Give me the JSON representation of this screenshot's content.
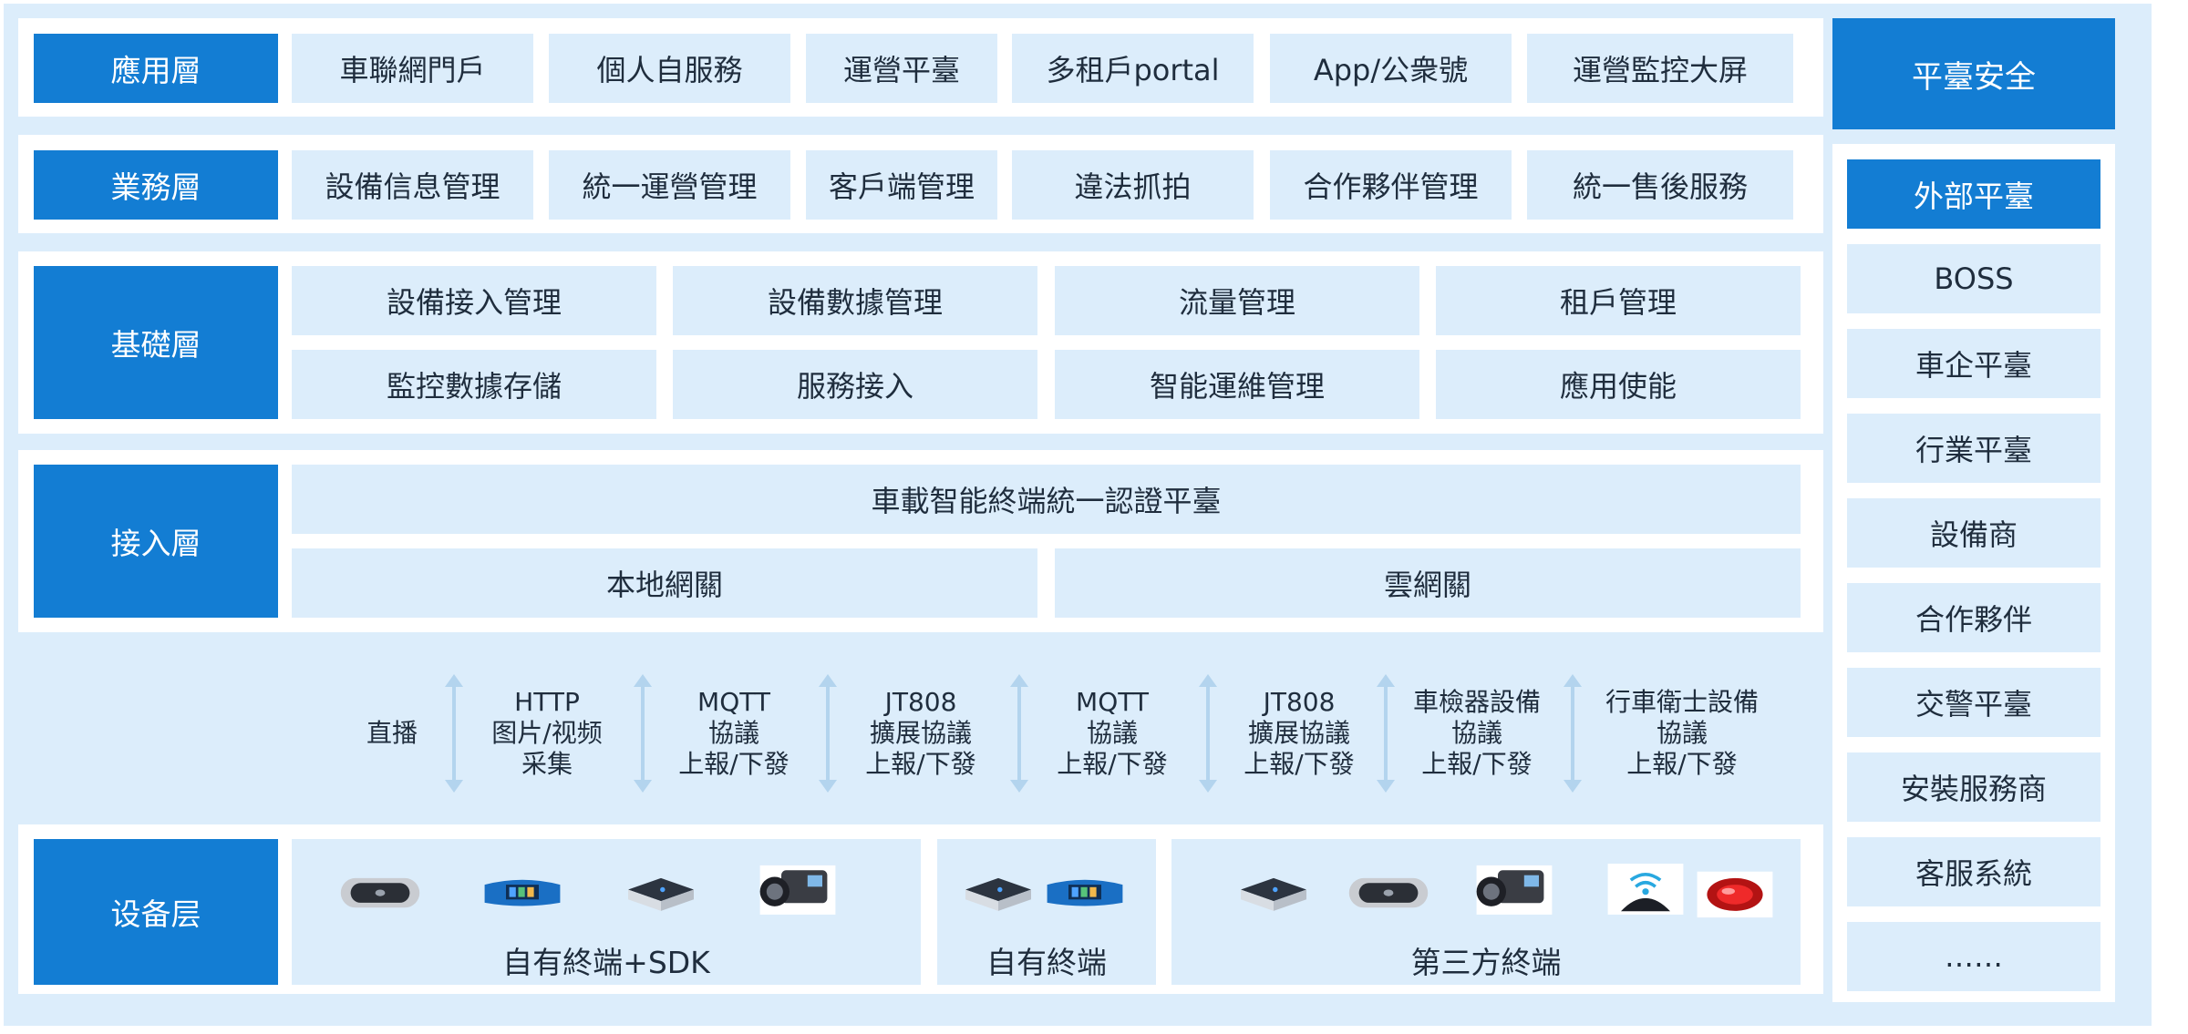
{
  "layers": {
    "app": {
      "title": "應用層",
      "items": [
        "車聯網門戶",
        "個人自服務",
        "運營平臺",
        "多租戶portal",
        "App/公衆號",
        "運營監控大屏"
      ]
    },
    "business": {
      "title": "業務層",
      "items": [
        "設備信息管理",
        "統一運營管理",
        "客戶端管理",
        "違法抓拍",
        "合作夥伴管理",
        "統一售後服務"
      ]
    },
    "foundation": {
      "title": "基礎層",
      "items": [
        "設備接入管理",
        "設備數據管理",
        "流量管理",
        "租戶管理",
        "監控數據存儲",
        "服務接入",
        "智能運維管理",
        "應用使能"
      ]
    },
    "access": {
      "title": "接入層",
      "platform": "車載智能終端統一認證平臺",
      "local_gateway": "本地網關",
      "cloud_gateway": "雲網關"
    },
    "protocols": [
      {
        "lines": [
          "直播"
        ]
      },
      {
        "lines": [
          "HTTP",
          "图片/视频",
          "采集"
        ]
      },
      {
        "lines": [
          "MQTT",
          "協議",
          "上報/下發"
        ]
      },
      {
        "lines": [
          "JT808",
          "擴展協議",
          "上報/下發"
        ]
      },
      {
        "lines": [
          "MQTT",
          "協議",
          "上報/下發"
        ]
      },
      {
        "lines": [
          "JT808",
          "擴展協議",
          "上報/下發"
        ]
      },
      {
        "lines": [
          "車檢器設備",
          "協議",
          "上報/下發"
        ]
      },
      {
        "lines": [
          "行車衛士設備",
          "協議",
          "上報/下發"
        ]
      }
    ],
    "device": {
      "title": "设备层",
      "groups": [
        {
          "label": "自有終端+SDK",
          "icons": [
            "speaker-device-icon",
            "mirror-dashcam-icon",
            "router-box-icon",
            "camera-device-icon"
          ]
        },
        {
          "label": "自有終端",
          "icons": [
            "router-box-icon",
            "mirror-dashcam-icon"
          ]
        },
        {
          "label": "第三方終端",
          "icons": [
            "router-box-icon",
            "speaker-device-icon",
            "camera-device-icon",
            "wifi-dome-icon",
            "red-light-icon"
          ]
        }
      ]
    }
  },
  "security": {
    "title": "平臺安全",
    "external_title": "外部平臺",
    "items": [
      "BOSS",
      "車企平臺",
      "行業平臺",
      "設備商",
      "合作夥伴",
      "交警平臺",
      "安裝服務商",
      "客服系統",
      "……"
    ]
  },
  "colors": {
    "accent": "#137dd3",
    "light": "#dcedfb",
    "arrow": "#b3d4ee"
  }
}
